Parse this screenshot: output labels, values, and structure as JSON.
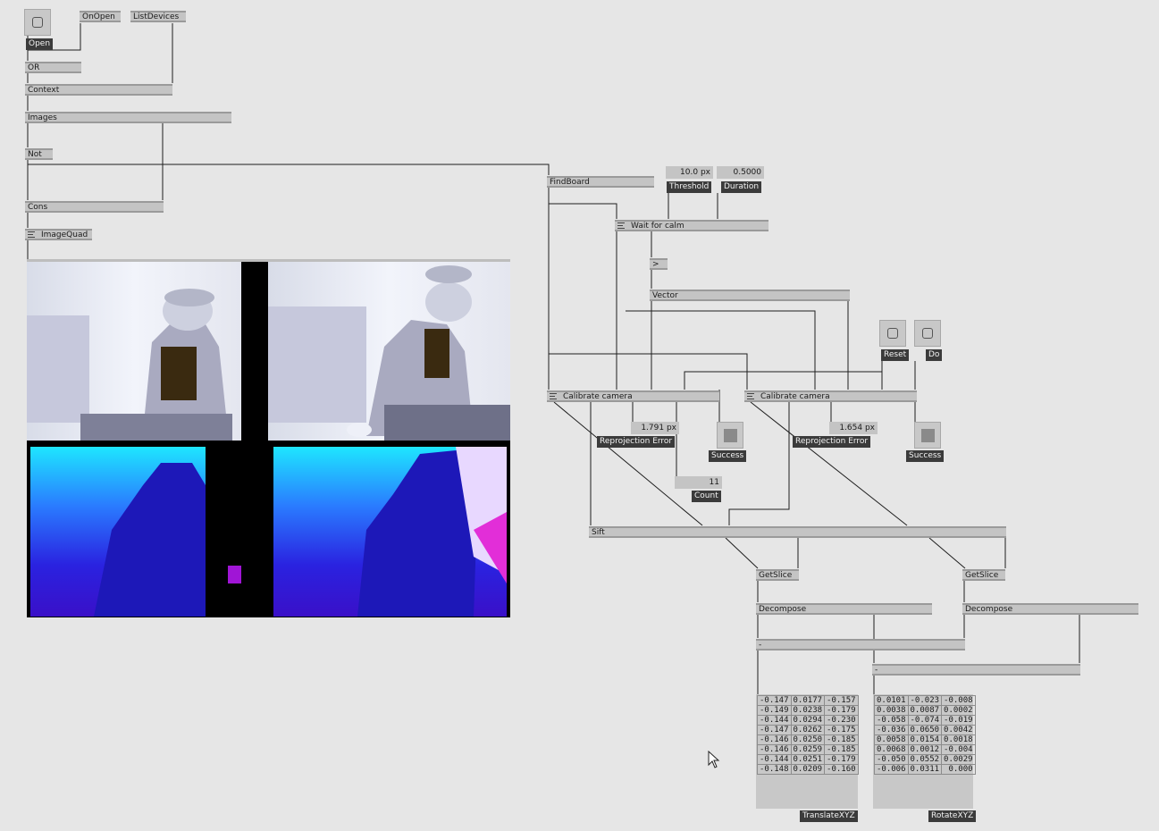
{
  "nodes": {
    "open_button_label": "Open",
    "on_open": "OnOpen",
    "list_devices": "ListDevices",
    "or": "OR",
    "context": "Context",
    "images": "Images",
    "not": "Not",
    "cons": "Cons",
    "image_quad": "ImageQuad",
    "find_board": "FindBoard",
    "wait_for_calm": "Wait for calm",
    "greater": ">",
    "vector": "Vector",
    "calibrate_camera_1": "Calibrate camera",
    "calibrate_camera_2": "Calibrate camera",
    "sift": "Sift",
    "getslice_1": "GetSlice",
    "getslice_2": "GetSlice",
    "decompose_1": "Decompose",
    "decompose_2": "Decompose",
    "minus_1": "-",
    "minus_2": "-"
  },
  "controls": {
    "threshold": {
      "value": "10.0 px",
      "label": "Threshold"
    },
    "duration": {
      "value": "0.5000",
      "label": "Duration"
    },
    "reset_label": "Reset",
    "do_label": "Do",
    "reproj_1": {
      "value": "1.791 px",
      "label": "Reprojection Error"
    },
    "reproj_2": {
      "value": "1.654 px",
      "label": "Reprojection Error"
    },
    "success_1_label": "Success",
    "success_2_label": "Success",
    "count": {
      "value": "11",
      "label": "Count"
    }
  },
  "translate": {
    "label": "TranslateXYZ",
    "rows": [
      [
        "-0.147",
        "0.0177",
        "-0.157"
      ],
      [
        "-0.149",
        "0.0238",
        "-0.179"
      ],
      [
        "-0.144",
        "0.0294",
        "-0.230"
      ],
      [
        "-0.147",
        "0.0262",
        "-0.175"
      ],
      [
        "-0.146",
        "0.0250",
        "-0.185"
      ],
      [
        "-0.146",
        "0.0259",
        "-0.185"
      ],
      [
        "-0.144",
        "0.0251",
        "-0.179"
      ],
      [
        "-0.148",
        "0.0209",
        "-0.160"
      ]
    ]
  },
  "rotate": {
    "label": "RotateXYZ",
    "rows": [
      [
        "0.0101",
        "-0.023",
        "-0.008"
      ],
      [
        "0.0038",
        "0.0087",
        "0.0002"
      ],
      [
        "-0.058",
        "-0.074",
        "-0.019"
      ],
      [
        "-0.036",
        "0.0650",
        "0.0042"
      ],
      [
        "0.0058",
        "0.0154",
        "0.0018"
      ],
      [
        "0.0068",
        "0.0012",
        "-0.004"
      ],
      [
        "-0.050",
        "0.0552",
        "0.0029"
      ],
      [
        "-0.006",
        "0.0311",
        "0.000"
      ]
    ]
  },
  "colors": {
    "canvas": "#e6e6e6",
    "node": "#c4c4c4",
    "label_bg": "#3b3b3b",
    "wire": "#1e1e1e"
  }
}
